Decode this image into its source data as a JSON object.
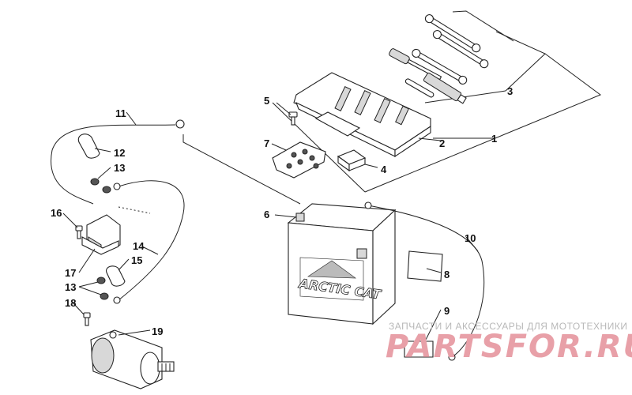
{
  "diagram": {
    "callouts": [
      "1",
      "2",
      "3",
      "4",
      "5",
      "6",
      "7",
      "8",
      "9",
      "10",
      "11",
      "12",
      "13",
      "13",
      "14",
      "15",
      "16",
      "17",
      "18",
      "19"
    ]
  },
  "battery": {
    "brand": "ARCTIC CAT"
  },
  "watermark": {
    "caption": "ЗАПЧАСТИ И АКСЕССУАРЫ ДЛЯ МОТОТЕХНИКИ",
    "logo": "PARTSFOR.RU"
  }
}
